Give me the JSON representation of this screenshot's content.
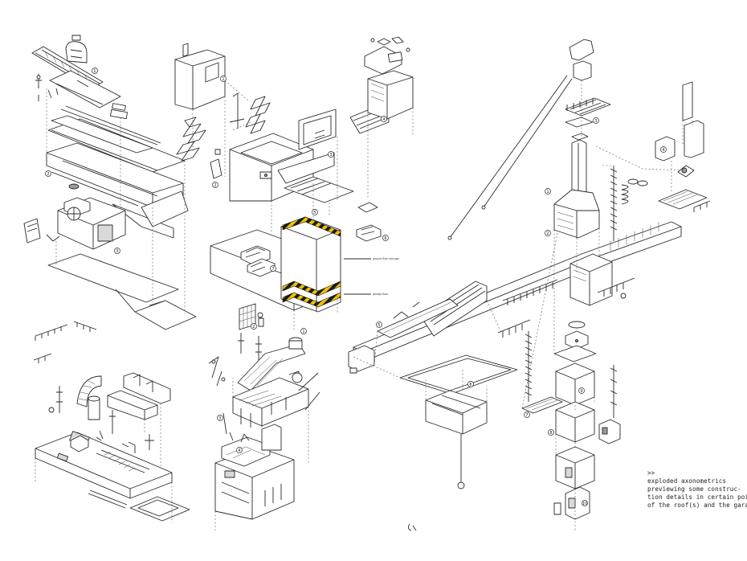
{
  "caption": {
    "marker": ">>",
    "lines": [
      "exploded axonometrics",
      "previewing  some  construc-",
      "tion details in certain points",
      "of the roof(s) and the garage"
    ]
  },
  "hazard_stripe_colors": [
    "#f2c200",
    "#1a1a1a"
  ],
  "line_color": "#2a2a2a"
}
